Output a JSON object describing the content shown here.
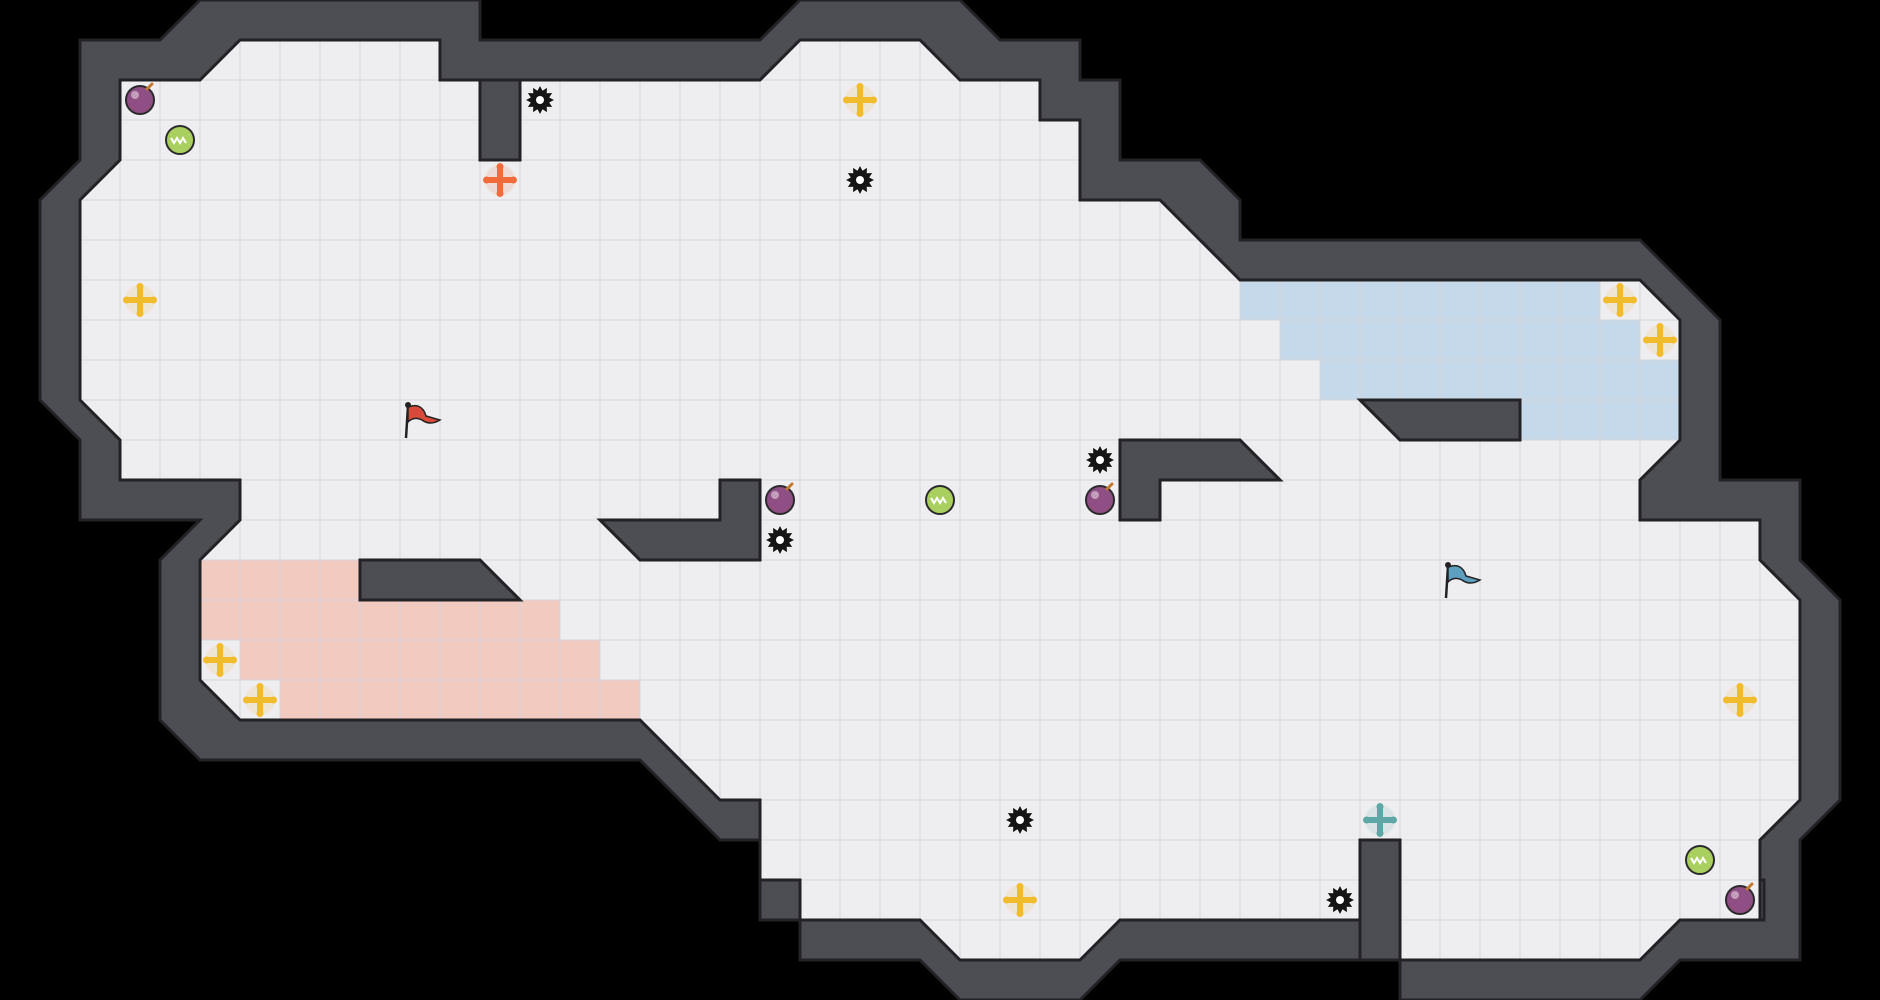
{
  "game": {
    "title": "",
    "grid_columns": 47,
    "grid_rows": 25,
    "colors": {
      "background": "#000000",
      "floor": "#eeeef0",
      "grid_line": "#d6d6dc",
      "wall": "#4d4d54",
      "wall_edge": "#222226",
      "red_team_zone": "#f1cbc0",
      "blue_team_zone": "#c5d9ea",
      "red_team": "#d94a3a",
      "blue_team": "#5d9fbf",
      "boost_yellow": "#f0bb2c",
      "boost_red": "#f26b3a",
      "boost_teal": "#5fa7a6",
      "powerup_green": "#a9d05f",
      "bomb": "#8f4f84",
      "spike": "#151515"
    },
    "red_team_zone": [
      [
        14,
        5
      ],
      [
        14,
        6
      ],
      [
        14,
        7
      ],
      [
        14,
        8
      ],
      [
        15,
        5
      ],
      [
        15,
        6
      ],
      [
        15,
        7
      ],
      [
        15,
        8
      ],
      [
        15,
        9
      ],
      [
        15,
        10
      ],
      [
        15,
        11
      ],
      [
        15,
        12
      ],
      [
        15,
        13
      ],
      [
        16,
        6
      ],
      [
        16,
        7
      ],
      [
        16,
        8
      ],
      [
        16,
        9
      ],
      [
        16,
        10
      ],
      [
        16,
        11
      ],
      [
        16,
        12
      ],
      [
        16,
        13
      ],
      [
        16,
        14
      ],
      [
        17,
        7
      ],
      [
        17,
        8
      ],
      [
        17,
        9
      ],
      [
        17,
        10
      ],
      [
        17,
        11
      ],
      [
        17,
        12
      ],
      [
        17,
        13
      ],
      [
        17,
        14
      ],
      [
        17,
        15
      ]
    ],
    "blue_team_zone": [
      [
        7,
        31
      ],
      [
        7,
        32
      ],
      [
        7,
        33
      ],
      [
        7,
        34
      ],
      [
        7,
        35
      ],
      [
        7,
        36
      ],
      [
        7,
        37
      ],
      [
        7,
        38
      ],
      [
        7,
        39
      ],
      [
        8,
        32
      ],
      [
        8,
        33
      ],
      [
        8,
        34
      ],
      [
        8,
        35
      ],
      [
        8,
        36
      ],
      [
        8,
        37
      ],
      [
        8,
        38
      ],
      [
        8,
        39
      ],
      [
        8,
        40
      ],
      [
        9,
        33
      ],
      [
        9,
        34
      ],
      [
        9,
        35
      ],
      [
        9,
        36
      ],
      [
        9,
        37
      ],
      [
        9,
        38
      ],
      [
        9,
        39
      ],
      [
        9,
        40
      ],
      [
        9,
        41
      ],
      [
        10,
        38
      ],
      [
        10,
        39
      ],
      [
        10,
        40
      ],
      [
        10,
        41
      ]
    ],
    "objects": [
      {
        "type": "flag",
        "team": "red",
        "row": 10,
        "col": 10
      },
      {
        "type": "flag",
        "team": "blue",
        "row": 14,
        "col": 36
      },
      {
        "type": "boost",
        "team": "neutral",
        "row": 2,
        "col": 21
      },
      {
        "type": "boost",
        "team": "neutral",
        "row": 7,
        "col": 3
      },
      {
        "type": "boost",
        "team": "neutral",
        "row": 7,
        "col": 40
      },
      {
        "type": "boost",
        "team": "neutral",
        "row": 8,
        "col": 41
      },
      {
        "type": "boost",
        "team": "neutral",
        "row": 16,
        "col": 5
      },
      {
        "type": "boost",
        "team": "neutral",
        "row": 17,
        "col": 6
      },
      {
        "type": "boost",
        "team": "neutral",
        "row": 17,
        "col": 43
      },
      {
        "type": "boost",
        "team": "neutral",
        "row": 22,
        "col": 25
      },
      {
        "type": "boost",
        "team": "red",
        "row": 4,
        "col": 12
      },
      {
        "type": "boost",
        "team": "blue",
        "row": 20,
        "col": 34
      },
      {
        "type": "spike",
        "row": 2,
        "col": 13
      },
      {
        "type": "spike",
        "row": 4,
        "col": 21
      },
      {
        "type": "spike",
        "row": 11,
        "col": 27
      },
      {
        "type": "spike",
        "row": 13,
        "col": 19
      },
      {
        "type": "spike",
        "row": 20,
        "col": 25
      },
      {
        "type": "spike",
        "row": 22,
        "col": 33
      },
      {
        "type": "bomb",
        "row": 2,
        "col": 3
      },
      {
        "type": "bomb",
        "row": 12,
        "col": 19
      },
      {
        "type": "bomb",
        "row": 12,
        "col": 27
      },
      {
        "type": "bomb",
        "row": 22,
        "col": 43
      },
      {
        "type": "powerup",
        "row": 3,
        "col": 4
      },
      {
        "type": "powerup",
        "row": 12,
        "col": 23
      },
      {
        "type": "powerup",
        "row": 21,
        "col": 42
      }
    ]
  }
}
